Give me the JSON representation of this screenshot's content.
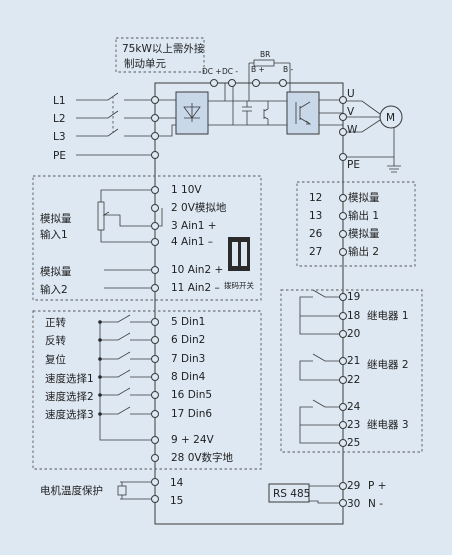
{
  "note_braking": [
    "75kW以上需外接",
    "制动单元"
  ],
  "bus": {
    "dc_plus": "DC +",
    "dc_minus": "DC -",
    "br": "BR",
    "b_plus": "B +",
    "b_minus": "B -"
  },
  "motor_symbol": "M",
  "inputs": {
    "l1": "L1",
    "l2": "L2",
    "l3": "L3",
    "pe": "PE"
  },
  "outputs": {
    "u": "U",
    "v": "V",
    "w": "W",
    "pe": "PE"
  },
  "analog_in": {
    "group1_label": [
      "模拟量",
      "输入1"
    ],
    "group2_label": [
      "模拟量",
      "输入2"
    ],
    "terminals": [
      "1   10V",
      "2   0V模拟地",
      "3   Ain1 +",
      "4   Ain1 –",
      "10 Ain2 +",
      "11 Ain2 –"
    ],
    "dip_label": "拨码开关"
  },
  "digital_in": {
    "labels": [
      "正转",
      "反转",
      "复位",
      "速度选择1",
      "速度选择2",
      "速度选择3"
    ],
    "terminals": [
      "5   Din1",
      "6   Din2",
      "7   Din3",
      "8   Din4",
      "16 Din5",
      "17 Din6",
      "9   + 24V",
      "28 0V数字地"
    ]
  },
  "motor_temp": {
    "label": "电机温度保护",
    "t1": "14",
    "t2": "15"
  },
  "analog_out": {
    "rows": [
      {
        "num": "12",
        "text": "模拟量"
      },
      {
        "num": "13",
        "text": "输出 1"
      },
      {
        "num": "26",
        "text": "模拟量"
      },
      {
        "num": "27",
        "text": "输出 2"
      }
    ]
  },
  "relays": {
    "numbers": [
      "19",
      "18",
      "20",
      "21",
      "22",
      "24",
      "23",
      "25"
    ],
    "labels": [
      "继电器 1",
      "继电器 2",
      "继电器 3"
    ]
  },
  "rs485": {
    "label": "RS 485",
    "p_num": "29",
    "p_text": "P +",
    "n_num": "30",
    "n_text": "N -"
  }
}
